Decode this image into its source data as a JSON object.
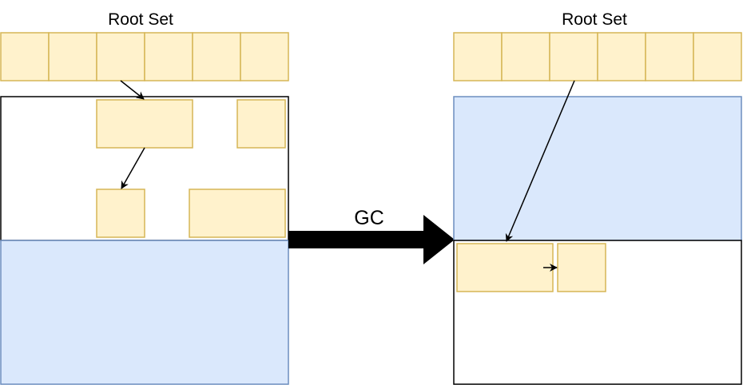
{
  "colors": {
    "root_cell_fill": "#fff2cc",
    "root_cell_stroke": "#d6b656",
    "object_fill": "#fff2cc",
    "object_stroke": "#d6b656",
    "used_space_fill": "#dae8fc",
    "used_space_stroke": "#6c8ebf",
    "free_space_fill": "#ffffff",
    "free_space_stroke": "#000000",
    "arrow": "#000000"
  },
  "left_heap": {
    "root_set_label": "Root Set",
    "root_cells": 6
  },
  "right_heap": {
    "root_set_label": "Root Set",
    "root_cells": 6
  },
  "transition": {
    "label": "GC"
  }
}
